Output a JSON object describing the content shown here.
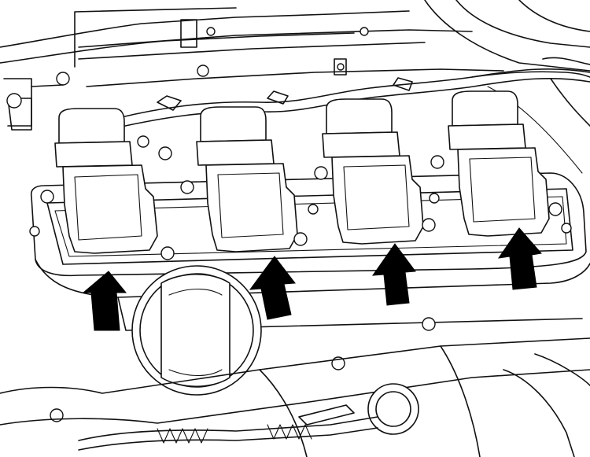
{
  "diagram": {
    "subject": "ignition-coil-pack-engine-top",
    "coil_count": 4,
    "arrow_count": 4,
    "colors": {
      "line": "#111111",
      "background": "#ffffff",
      "arrow": "#000000"
    }
  }
}
